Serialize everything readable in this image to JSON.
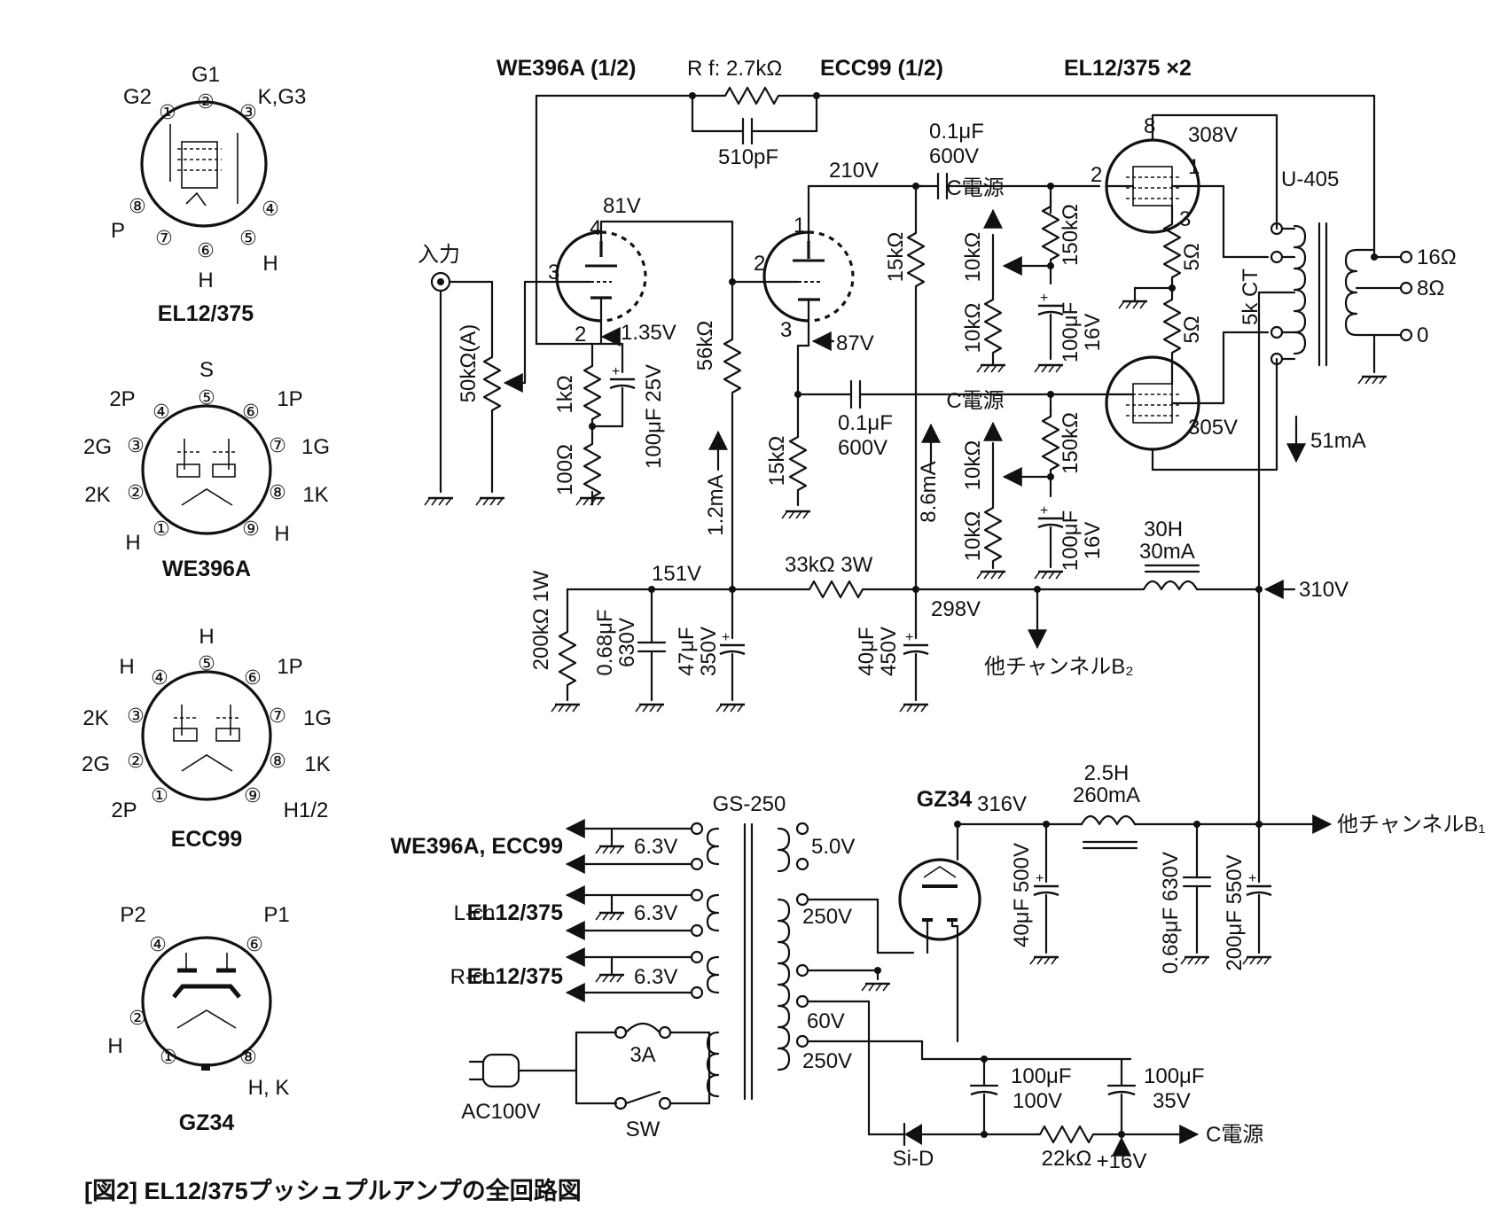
{
  "caption": "[図2] EL12/375プッシュプルアンプの全回路図",
  "tube_bases": [
    {
      "name": "EL12/375",
      "pins": {
        "p1": "①",
        "p2": "②",
        "p3": "③",
        "p4": "④",
        "p5": "⑤",
        "p6": "⑥",
        "p7": "⑦",
        "p8": "⑧"
      },
      "labels": {
        "g2": "G2",
        "g1": "G1",
        "kg3": "K,G3",
        "p": "P",
        "h1": "H",
        "h2": "H"
      }
    },
    {
      "name": "WE396A",
      "pins": {
        "p1": "①",
        "p2": "②",
        "p3": "③",
        "p4": "④",
        "p5": "⑤",
        "p6": "⑥",
        "p7": "⑦",
        "p8": "⑧",
        "p9": "⑨"
      },
      "labels": {
        "s": "S",
        "p2": "2P",
        "p1": "1P",
        "g2": "2G",
        "g1": "1G",
        "k2": "2K",
        "k1": "1K",
        "h1": "H",
        "h2": "H"
      }
    },
    {
      "name": "ECC99",
      "pins": {
        "p1": "①",
        "p2": "②",
        "p3": "③",
        "p4": "④",
        "p5": "⑤",
        "p6": "⑥",
        "p7": "⑦",
        "p8": "⑧",
        "p9": "⑨"
      },
      "labels": {
        "h5": "H",
        "h4": "H",
        "p1": "1P",
        "k2": "2K",
        "g1": "1G",
        "g2": "2G",
        "k1": "1K",
        "p2": "2P",
        "h9": "H1/2"
      }
    },
    {
      "name": "GZ34",
      "pins": {
        "p1": "①",
        "p2": "②",
        "p4": "④",
        "p6": "⑥",
        "p8": "⑧"
      },
      "labels": {
        "p2": "P2",
        "p1": "P1",
        "h": "H",
        "hk": "H, K"
      }
    }
  ],
  "header": {
    "we396a": "WE396A (1/2)",
    "rf": "R f: 2.7kΩ",
    "ecc99": "ECC99 (1/2)",
    "el12": "EL12/375 ×2"
  },
  "amp": {
    "input": "入力",
    "vol": "50kΩ(A)",
    "cf": "510pF",
    "v81": "81V",
    "v210": "210V",
    "v308": "308V",
    "c01a_1": "0.1μF",
    "c01a_2": "600V",
    "c01b_1": "0.1μF",
    "c01b_2": "600V",
    "v135": "1.35V",
    "v87": "87V",
    "r1k": "1kΩ",
    "r100": "100Ω",
    "c100_25": "100μF 25V",
    "r56k": "56kΩ",
    "i12": "1.2mA",
    "r15k_a": "15kΩ",
    "r15k_b": "15kΩ",
    "i86": "8.6mA",
    "cpower1": "C電源",
    "cpower2": "C電源",
    "r10k": "10kΩ",
    "r150k": "150kΩ",
    "c100_16": "100μF",
    "v16": "16V",
    "r5": "5Ω",
    "ct": "5k CT",
    "v305": "305V",
    "i51": "51mA",
    "ot": "U-405",
    "tap16": "16Ω",
    "tap8": "8Ω",
    "tap0": "0",
    "pin8": "8",
    "pin2": "2",
    "pin1": "1",
    "pin3": "3",
    "pin4": "4"
  },
  "psu_mid": {
    "r200k": "200kΩ 1W",
    "c068_1": "0.68μF",
    "c068_2": "630V",
    "c47_1": "47μF",
    "c47_2": "350V",
    "v151": "151V",
    "r33k": "33kΩ 3W",
    "c40_1": "40μF",
    "c40_2": "450V",
    "v298": "298V",
    "choke_h": "30H",
    "choke_ma": "30mA",
    "v310": "310V",
    "b2": "他チャンネルB₂"
  },
  "psu": {
    "transformer": "GS-250",
    "we_ecc": "WE396A, ECC99",
    "lch_pre": "L-ch.",
    "lch_tube": "EL12/375",
    "rch_pre": "R-ch.",
    "rch_tube": "EL12/375",
    "v63": "6.3V",
    "v50": "5.0V",
    "v250": "250V",
    "v60": "60V",
    "fuse": "3A",
    "ac": "AC100V",
    "sw": "SW",
    "gz34": "GZ34",
    "v316": "316V",
    "c40_500": "40μF 500V",
    "choke_h": "2.5H",
    "choke_ma": "260mA",
    "c068_630": "0.68μF 630V",
    "c200_550": "200μF 550V",
    "b1": "他チャンネルB₁",
    "c100_100_1": "100μF",
    "c100_100_2": "100V",
    "c100_35_1": "100μF",
    "c100_35_2": "35V",
    "sid": "Si-D",
    "r22k": "22kΩ",
    "cpower": "C電源",
    "v16": "+16V"
  }
}
